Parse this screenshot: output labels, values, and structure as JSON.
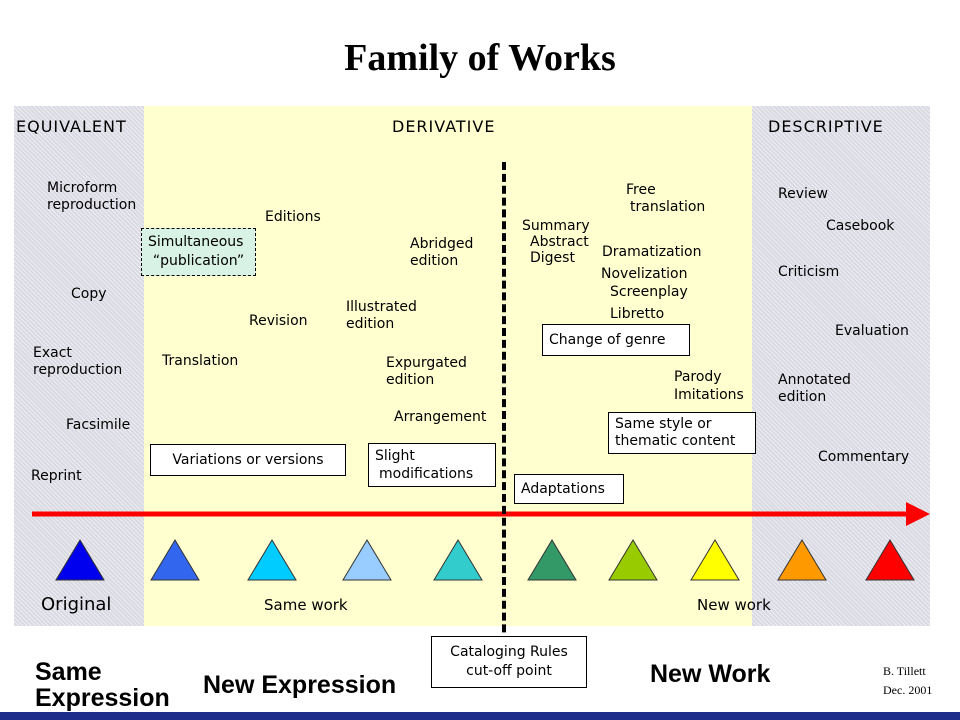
{
  "title": "Family of Works",
  "headers": {
    "equivalent": "EQUIVALENT",
    "derivative": "DERIVATIVE",
    "descriptive": "DESCRIPTIVE"
  },
  "equivalent_items": {
    "microform": [
      "Microform",
      "reproduction"
    ],
    "copy": "Copy",
    "exact": [
      "Exact",
      "reproduction"
    ],
    "facsimile": "Facsimile",
    "reprint": "Reprint"
  },
  "simultaneous": [
    "Simultaneous",
    "“publication”"
  ],
  "derivative_items": {
    "editions": "Editions",
    "revision": "Revision",
    "translation": "Translation",
    "abridged": [
      "Abridged",
      "edition"
    ],
    "illustrated": [
      "Illustrated",
      "edition"
    ],
    "expurgated": [
      "Expurgated",
      "edition"
    ],
    "arrangement": "Arrangement",
    "summary": "Summary",
    "abstract": "Abstract",
    "digest": "Digest",
    "free_translation": [
      "Free",
      "translation"
    ],
    "dramatization": "Dramatization",
    "novelization": "Novelization",
    "screenplay": "Screenplay",
    "libretto": "Libretto",
    "parody": "Parody",
    "imitations": "Imitations"
  },
  "group_boxes": {
    "variations": "Variations or versions",
    "slight": [
      "Slight",
      "modifications"
    ],
    "adaptations": "Adaptations",
    "change_genre": "Change of genre",
    "same_style": [
      "Same style or",
      "thematic content"
    ]
  },
  "descriptive_items": {
    "review": "Review",
    "casebook": "Casebook",
    "criticism": "Criticism",
    "evaluation": "Evaluation",
    "annotated": [
      "Annotated",
      "edition"
    ],
    "commentary": "Commentary"
  },
  "triangles": [
    {
      "color": "#0000ee"
    },
    {
      "color": "#3366ee"
    },
    {
      "color": "#00ccff"
    },
    {
      "color": "#99ccff"
    },
    {
      "color": "#33cccc"
    },
    {
      "color": "#339966"
    },
    {
      "color": "#99cc00"
    },
    {
      "color": "#ffff00"
    },
    {
      "color": "#ff9900"
    },
    {
      "color": "#ff0000"
    }
  ],
  "arrow_color": "#ff0000",
  "labels_under": {
    "original": "Original",
    "same_work": "Same work",
    "new_work": "New work"
  },
  "cutoff": [
    "Cataloging Rules",
    "cut-off point"
  ],
  "bottom": {
    "same_expression": [
      "Same",
      "Expression"
    ],
    "new_expression": "New Expression",
    "new_work": "New Work"
  },
  "credit": [
    "B. Tillett",
    "Dec. 2001"
  ]
}
